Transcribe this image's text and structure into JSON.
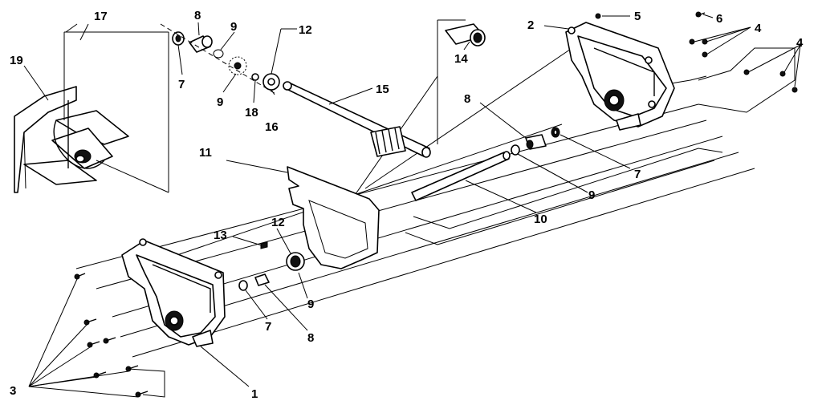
{
  "diagram": {
    "callouts": [
      {
        "id": "c17",
        "text": "17"
      },
      {
        "id": "c19",
        "text": "19"
      },
      {
        "id": "c8a",
        "text": "8"
      },
      {
        "id": "c9a",
        "text": "9"
      },
      {
        "id": "c7a",
        "text": "7"
      },
      {
        "id": "c9b",
        "text": "9"
      },
      {
        "id": "c18",
        "text": "18"
      },
      {
        "id": "c16",
        "text": "16"
      },
      {
        "id": "c12a",
        "text": "12"
      },
      {
        "id": "c15",
        "text": "15"
      },
      {
        "id": "c14",
        "text": "14"
      },
      {
        "id": "c2",
        "text": "2"
      },
      {
        "id": "c5",
        "text": "5"
      },
      {
        "id": "c6",
        "text": "6"
      },
      {
        "id": "c4a",
        "text": "4"
      },
      {
        "id": "c4b",
        "text": "4"
      },
      {
        "id": "c8b",
        "text": "8"
      },
      {
        "id": "c7b",
        "text": "7"
      },
      {
        "id": "c9c",
        "text": "9"
      },
      {
        "id": "c10",
        "text": "10"
      },
      {
        "id": "c11",
        "text": "11"
      },
      {
        "id": "c13",
        "text": "13"
      },
      {
        "id": "c12b",
        "text": "12"
      },
      {
        "id": "c9d",
        "text": "9"
      },
      {
        "id": "c7c",
        "text": "7"
      },
      {
        "id": "c8c",
        "text": "8"
      },
      {
        "id": "c1",
        "text": "1"
      },
      {
        "id": "c3",
        "text": "3"
      }
    ]
  }
}
